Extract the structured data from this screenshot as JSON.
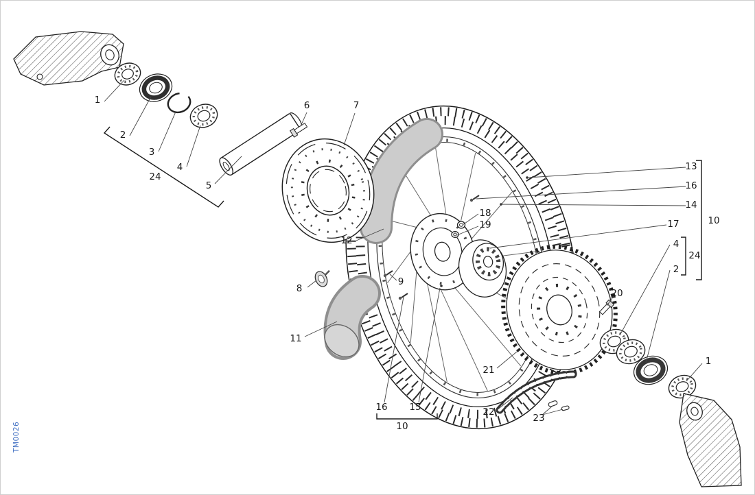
{
  "watermark": "TM0026",
  "colors": {
    "watermark": "#4472c4",
    "outline": "#222222",
    "part_gray": "#c9c9c9"
  },
  "callouts": [
    {
      "label": "1"
    },
    {
      "label": "2"
    },
    {
      "label": "3"
    },
    {
      "label": "4"
    },
    {
      "label": "24"
    },
    {
      "label": "5"
    },
    {
      "label": "6"
    },
    {
      "label": "7"
    },
    {
      "label": "13"
    },
    {
      "label": "16"
    },
    {
      "label": "14"
    },
    {
      "label": "10"
    },
    {
      "label": "17"
    },
    {
      "label": "4"
    },
    {
      "label": "24"
    },
    {
      "label": "2"
    },
    {
      "label": "18"
    },
    {
      "label": "19"
    },
    {
      "label": "12"
    },
    {
      "label": "8"
    },
    {
      "label": "9"
    },
    {
      "label": "11"
    },
    {
      "label": "20"
    },
    {
      "label": "21"
    },
    {
      "label": "22"
    },
    {
      "label": "23"
    },
    {
      "label": "16"
    },
    {
      "label": "15"
    },
    {
      "label": "10"
    },
    {
      "label": "1"
    }
  ]
}
